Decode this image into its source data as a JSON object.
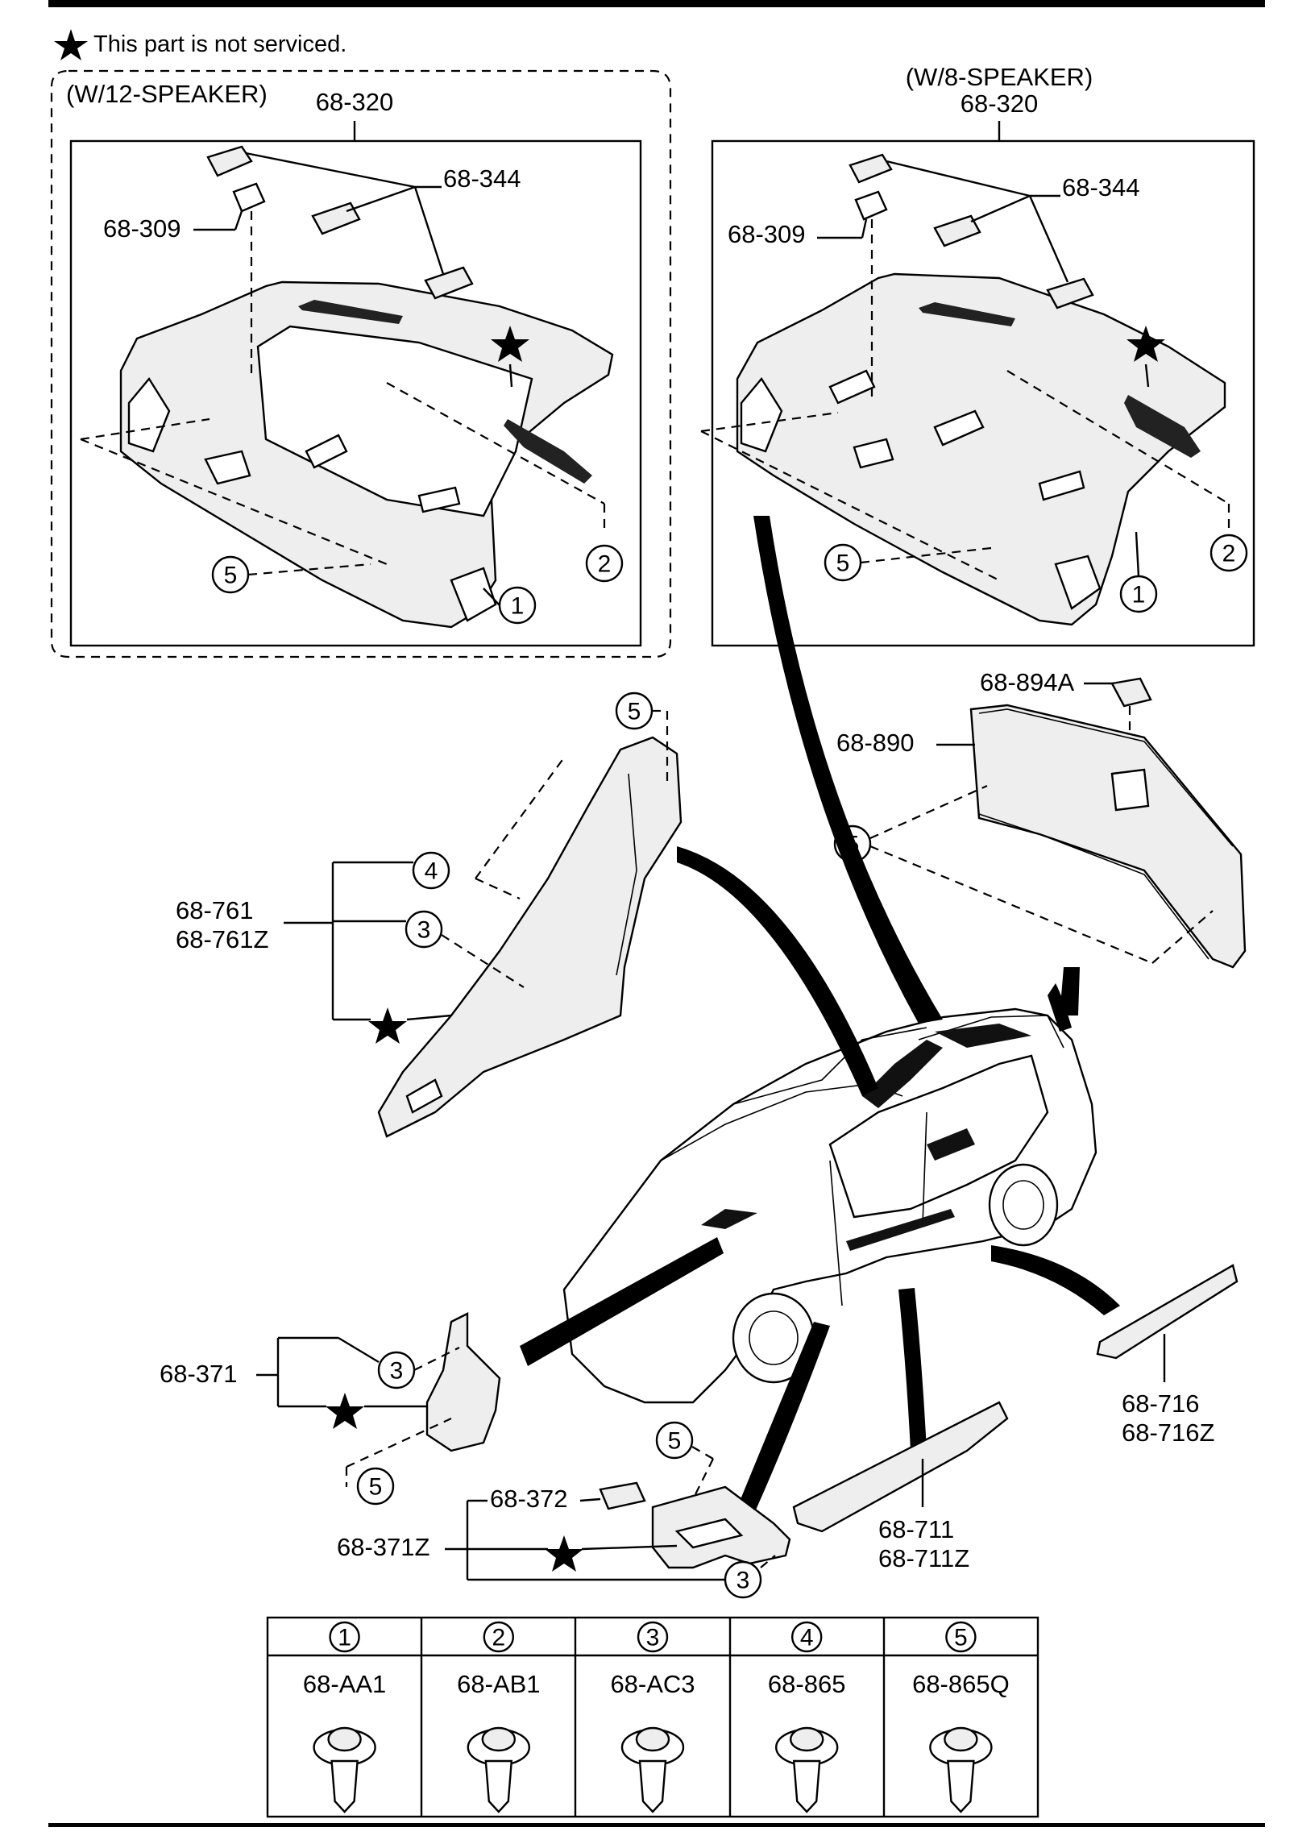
{
  "header_note": "This part is not serviced.",
  "groups": {
    "w12": {
      "title": "(W/12-SPEAKER)",
      "part": "68-320"
    },
    "w8": {
      "title": "(W/8-SPEAKER)",
      "part": "68-320"
    }
  },
  "labels": {
    "p344": "68-344",
    "p309": "68-309",
    "p894a": "68-894A",
    "p890": "68-890",
    "p761": "68-761",
    "p761z": "68-761Z",
    "p371": "68-371",
    "p372": "68-372",
    "p371z": "68-371Z",
    "p711": "68-711",
    "p711z": "68-711Z",
    "p716": "68-716",
    "p716z": "68-716Z"
  },
  "callouts": {
    "c1": "1",
    "c2": "2",
    "c3": "3",
    "c4": "4",
    "c5": "5"
  },
  "fastener_table": [
    {
      "num": "1",
      "part": "68-AA1"
    },
    {
      "num": "2",
      "part": "68-AB1"
    },
    {
      "num": "3",
      "part": "68-AC3"
    },
    {
      "num": "4",
      "part": "68-865"
    },
    {
      "num": "5",
      "part": "68-865Q"
    }
  ]
}
